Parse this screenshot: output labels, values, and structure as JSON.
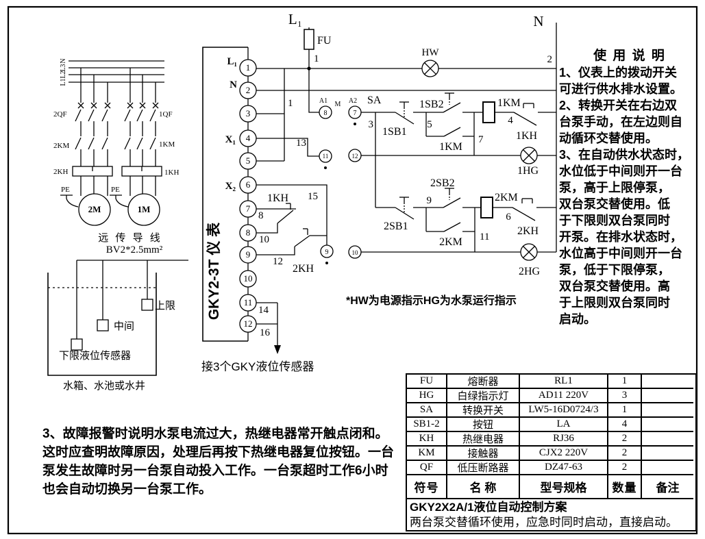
{
  "power": {
    "bus_labels": [
      "N",
      "L3",
      "L2",
      "L1"
    ],
    "breaker_left": "2QF",
    "breaker_right": "1QF",
    "contactor_left": "2KM",
    "contactor_right": "1KM",
    "thermal_left": "2KH",
    "thermal_right": "1KH",
    "pe_left": "PE",
    "pe_right": "PE",
    "motor_left": "2M",
    "motor_right": "1M",
    "remote_wire": "远 传 导 线",
    "wire_spec": "BV2*2.5mm²"
  },
  "tank": {
    "upper": "上限",
    "middle": "中间",
    "lower": "下限液位传感器",
    "caption": "水箱、水池或水井"
  },
  "instrument": {
    "name": "GKY2-3T 仪 表",
    "terminals": [
      "1",
      "2",
      "3",
      "4",
      "5",
      "6",
      "7",
      "8",
      "9",
      "10",
      "11",
      "12"
    ],
    "labels": {
      "t1": "L₁",
      "t2": "N",
      "t4": "X₁",
      "t6": "X₂"
    },
    "wires": {
      "w1": "1",
      "w8": "8",
      "w10": "10",
      "w12": "12",
      "w13": "13",
      "w14": "14",
      "w15": "15",
      "w16": "16"
    },
    "thermal1": "1KH",
    "thermal2": "2KH",
    "sensor_note": "接3个GKY液位传感器"
  },
  "control": {
    "l1": "L₁",
    "n": "N",
    "fuse": "FU",
    "hw": "HW",
    "sa": "SA",
    "m": "M",
    "a1": "A1",
    "a2": "A2",
    "w1": "1",
    "w2": "2",
    "w3": "3",
    "w4": "4",
    "w5": "5",
    "w6": "6",
    "w7": "7",
    "w9": "9",
    "w11": "11",
    "pins": {
      "p8": "8",
      "p7": "7",
      "p11": "11",
      "p12": "12",
      "p9": "9",
      "p10": "10"
    },
    "sb1_1": "1SB1",
    "sb2_1": "1SB2",
    "sb1_2": "2SB1",
    "sb2_2": "2SB2",
    "km1_aux": "1KM",
    "km1_coil": "1KM",
    "km2_aux": "2KM",
    "km2_coil": "2KM",
    "kh1": "1KH",
    "kh2": "2KH",
    "hg1": "1HG",
    "hg2": "2HG",
    "note": "*HW为电源指示HG为水泵运行指示"
  },
  "instructions": {
    "title": "使 用 说 明",
    "body": "1、仪表上的拨动开关\n可进行供水排水设置。\n2、转换开关在右边双\n台泵手动，在左边则自\n动循环交替使用。\n3、在自动供水状态时，\n水位低于中间则开一台\n泵，高于上限停泵，\n双台泵交替使用。低\n于下限则双台泵同时\n开泵。在排水状态时，\n水位高于中间则开一台\n泵，低于下限停泵，\n双台泵交替使用。高\n于上限则双台泵同时\n启动。"
  },
  "fault_note": "3、故障报警时说明水泵电流过大，热继电器常开触点闭和。\n这时应查明故障原因，处理后再按下热继电器复位按钮。一台\n泵发生故障时另一台泵自动投入工作。一台泵超时工作6小时\n也会自动切换另一台泵工作。",
  "bom": {
    "header": {
      "symbol": "符号",
      "name": "名 称",
      "spec": "型号规格",
      "qty": "数量",
      "remark": "备注"
    },
    "rows": [
      {
        "symbol": "FU",
        "name": "熔断器",
        "spec": "RL1",
        "qty": "1",
        "remark": ""
      },
      {
        "symbol": "HG",
        "name": "白绿指示灯",
        "spec": "AD11 220V",
        "qty": "3",
        "remark": ""
      },
      {
        "symbol": "SA",
        "name": "转换开关",
        "spec": "LW5-16D0724/3",
        "qty": "1",
        "remark": ""
      },
      {
        "symbol": "SB1-2",
        "name": "按钮",
        "spec": "LA",
        "qty": "4",
        "remark": ""
      },
      {
        "symbol": "KH",
        "name": "热继电器",
        "spec": "RJ36",
        "qty": "2",
        "remark": ""
      },
      {
        "symbol": "KM",
        "name": "接触器",
        "spec": "CJX2 220V",
        "qty": "2",
        "remark": ""
      },
      {
        "symbol": "QF",
        "name": "低压断路器",
        "spec": "DZ47-63",
        "qty": "2",
        "remark": ""
      }
    ],
    "footer_title": "GKY2X2A/1液位自动控制方案",
    "footer_desc": "两台泵交替循环使用，应急时同时启动，直接启动。"
  }
}
